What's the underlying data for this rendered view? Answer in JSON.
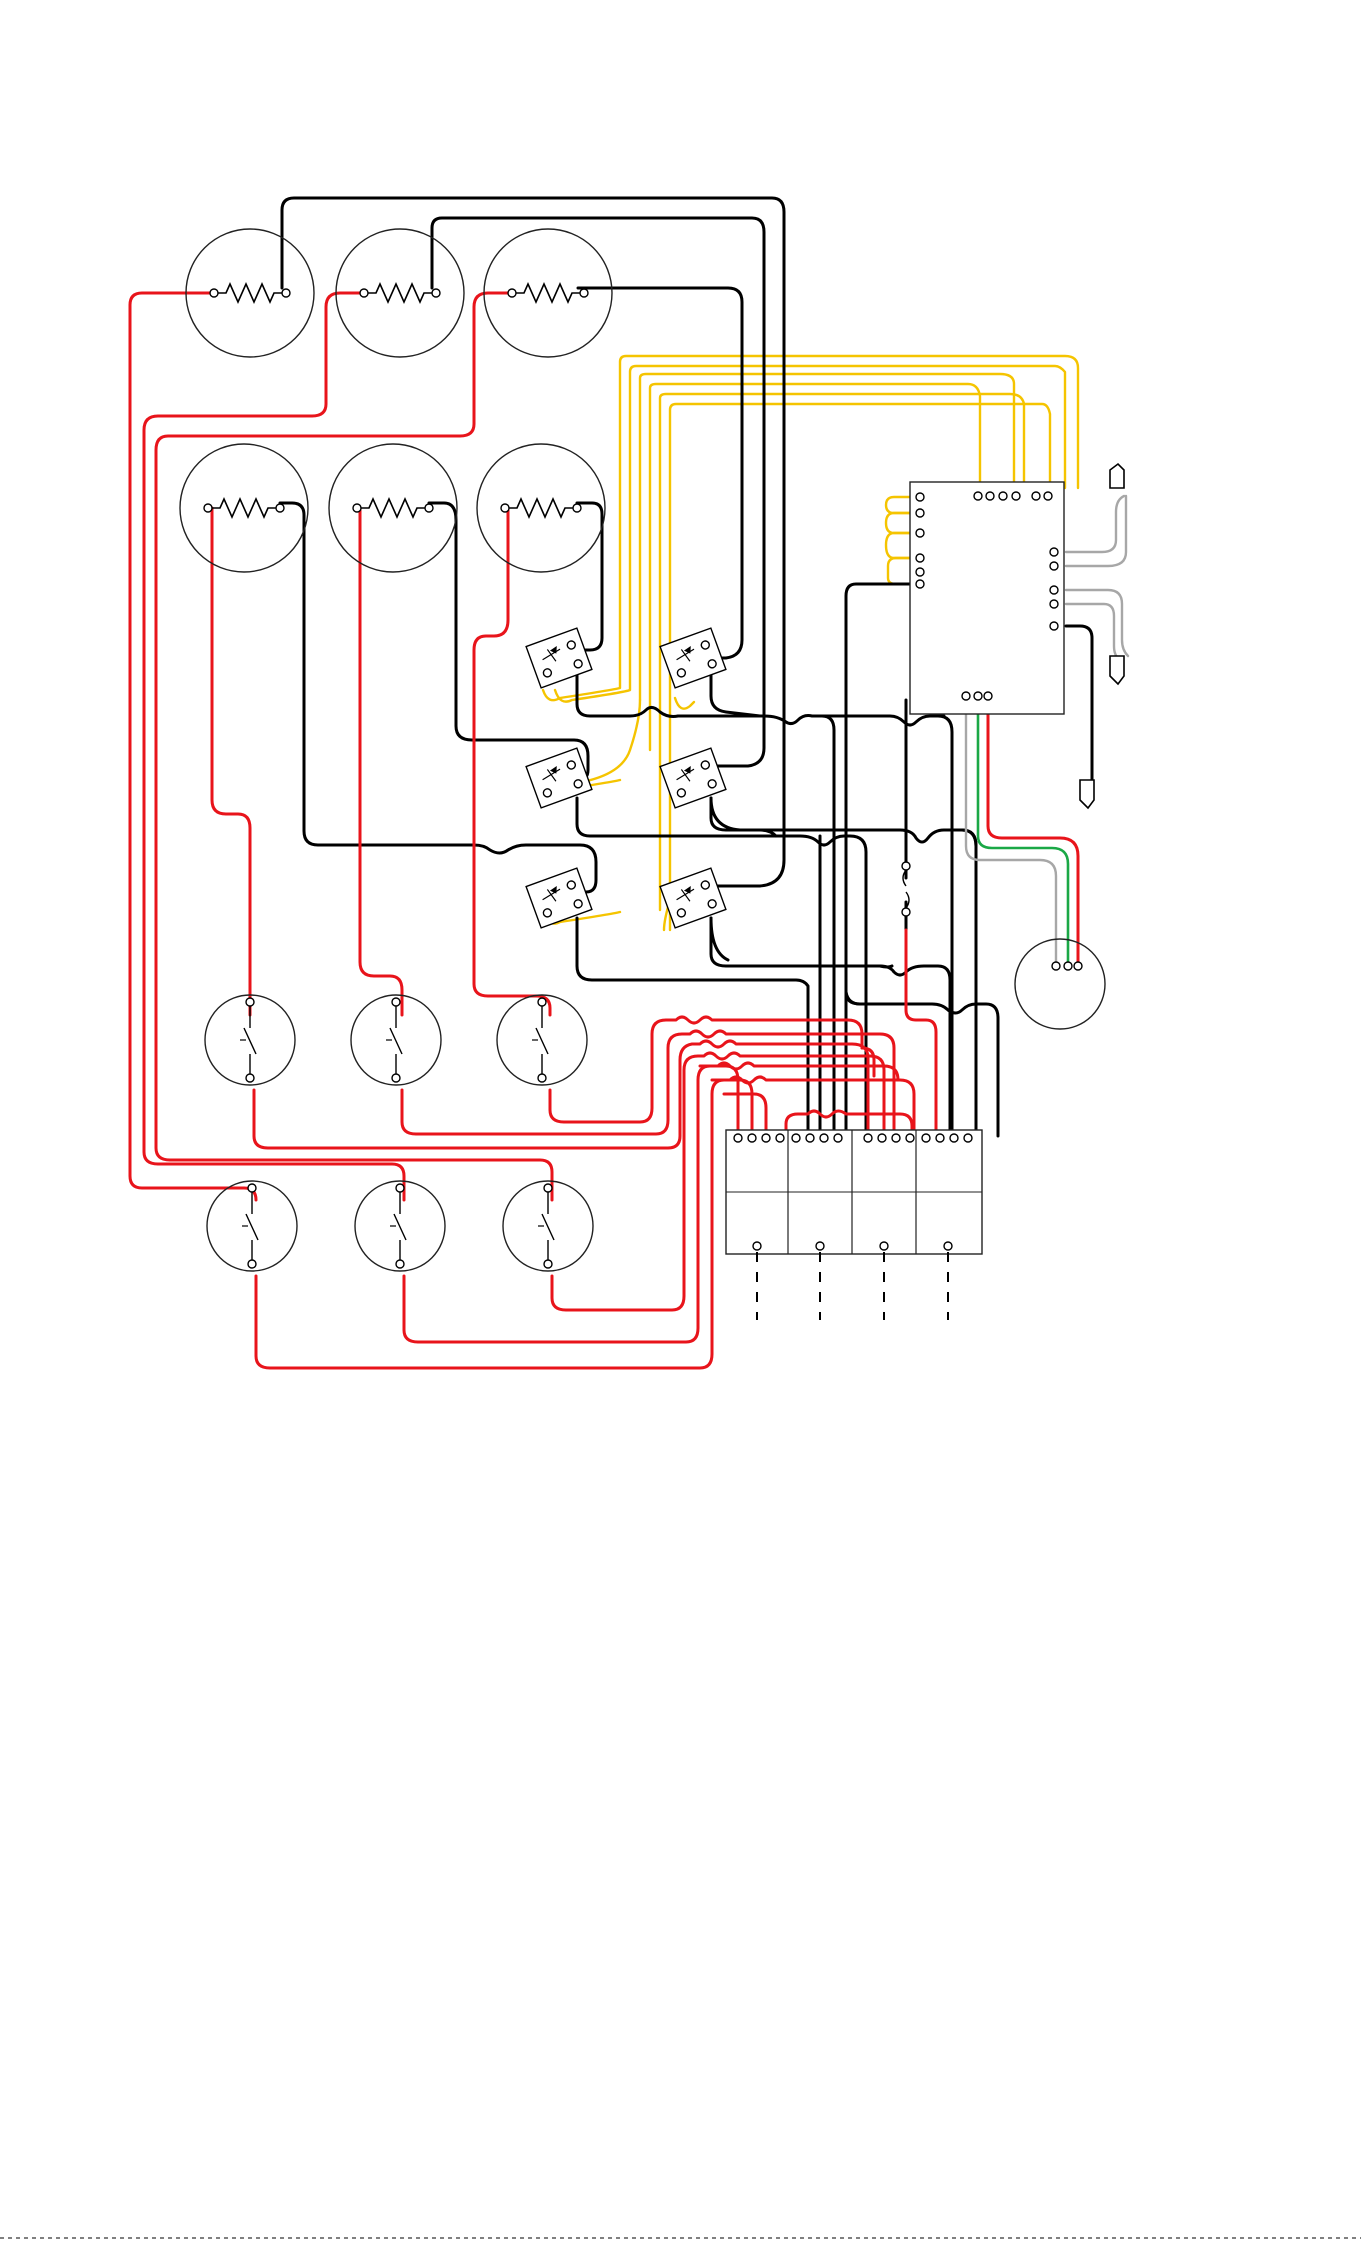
{
  "diagram": {
    "kind": "wiring-schematic",
    "labels_printed": false,
    "colors": {
      "red": "#e8141b",
      "black": "#000000",
      "yellow": "#f5c400",
      "gray": "#a7a7a7",
      "green": "#1aa846",
      "outline": "#222222"
    },
    "components": {
      "heating_elements": 6,
      "switch_modules": 6,
      "push_switches": 6,
      "thermal_fuse": 1,
      "controller_board": 1,
      "temperature_probes": 3,
      "motor": 1,
      "terminal_block_sections": 4
    },
    "icons": [
      "resistor-icon",
      "switch-icon",
      "fuse-icon",
      "probe-icon",
      "motor-icon",
      "terminal-icon"
    ]
  }
}
